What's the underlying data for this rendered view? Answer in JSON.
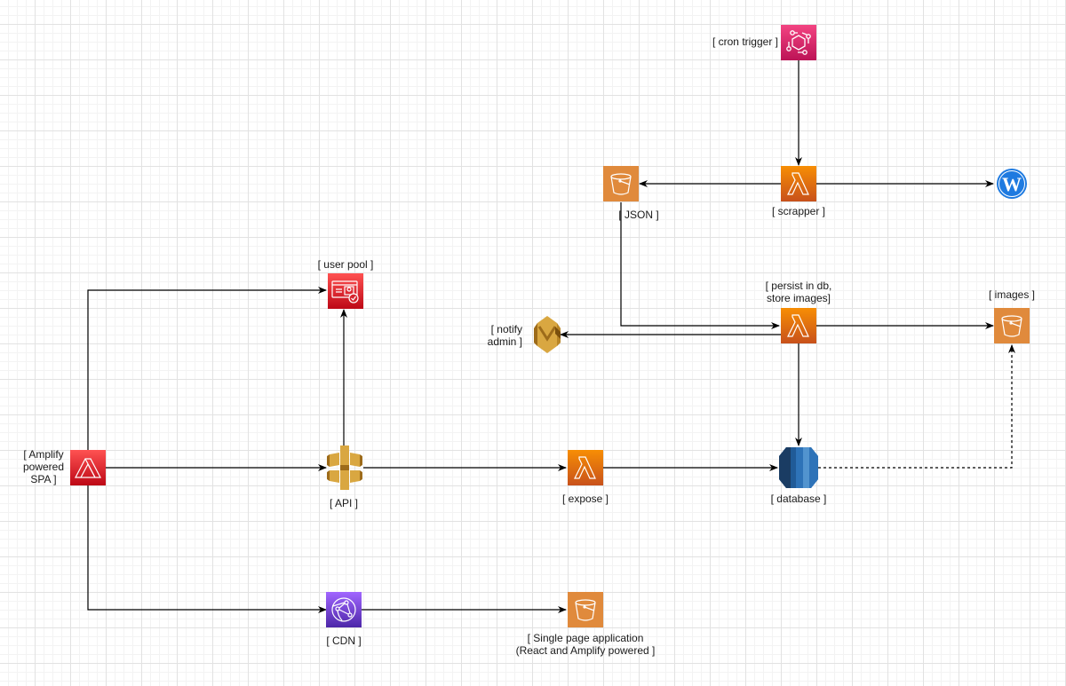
{
  "diagram": {
    "nodes": {
      "cron": {
        "label": "[ cron trigger ]",
        "icon": "eventbridge-icon",
        "color": "#e7157b"
      },
      "scrapper": {
        "label": "[ scrapper ]",
        "icon": "lambda-icon",
        "color": "#ed7100"
      },
      "json": {
        "label": "[ JSON ]",
        "icon": "s3-bucket-icon",
        "color": "#e08a3c"
      },
      "wordpress": {
        "label": "",
        "icon": "wordpress-icon",
        "color": "#1e7ae0"
      },
      "persist": {
        "label_line1": "[ persist in db,",
        "label_line2": "store images]",
        "icon": "lambda-icon",
        "color": "#ed7100"
      },
      "notify": {
        "label_line1": "[ notify",
        "label_line2": "admin ]",
        "icon": "ses-icon",
        "color": "#d9a741"
      },
      "images": {
        "label": "[ images ]",
        "icon": "s3-bucket-icon",
        "color": "#e08a3c"
      },
      "userpool": {
        "label": "[ user pool ]",
        "icon": "cognito-icon",
        "color": "#d6242d"
      },
      "amplify": {
        "label_line1": "[ Amplify",
        "label_line2": "powered",
        "label_line3": "SPA ]",
        "icon": "amplify-icon",
        "color": "#d6242d"
      },
      "api": {
        "label": "[ API ]",
        "icon": "api-gateway-icon",
        "color": "#d9a741"
      },
      "expose": {
        "label": "[ expose ]",
        "icon": "lambda-icon",
        "color": "#ed7100"
      },
      "database": {
        "label": "[ database ]",
        "icon": "rds-icon",
        "color": "#2e73b8"
      },
      "cdn": {
        "label": "[ CDN ]",
        "icon": "cloudfront-icon",
        "color": "#8c4fff"
      },
      "spa": {
        "label_line1": "[ Single page application",
        "label_line2": "(React and Amplify powered ]",
        "icon": "s3-bucket-icon",
        "color": "#e08a3c"
      }
    },
    "edges": [
      {
        "from": "cron",
        "to": "scrapper",
        "style": "solid"
      },
      {
        "from": "scrapper",
        "to": "json",
        "style": "solid"
      },
      {
        "from": "scrapper",
        "to": "wordpress",
        "style": "solid"
      },
      {
        "from": "json",
        "to": "persist",
        "style": "solid"
      },
      {
        "from": "persist",
        "to": "notify",
        "style": "solid"
      },
      {
        "from": "persist",
        "to": "images",
        "style": "solid"
      },
      {
        "from": "persist",
        "to": "database",
        "style": "solid"
      },
      {
        "from": "database",
        "to": "images",
        "style": "dashed"
      },
      {
        "from": "amplify",
        "to": "userpool",
        "style": "solid"
      },
      {
        "from": "amplify",
        "to": "api",
        "style": "solid"
      },
      {
        "from": "amplify",
        "to": "cdn",
        "style": "solid"
      },
      {
        "from": "api",
        "to": "userpool",
        "style": "solid"
      },
      {
        "from": "api",
        "to": "expose",
        "style": "solid"
      },
      {
        "from": "expose",
        "to": "database",
        "style": "solid"
      },
      {
        "from": "cdn",
        "to": "spa",
        "style": "solid"
      }
    ]
  }
}
